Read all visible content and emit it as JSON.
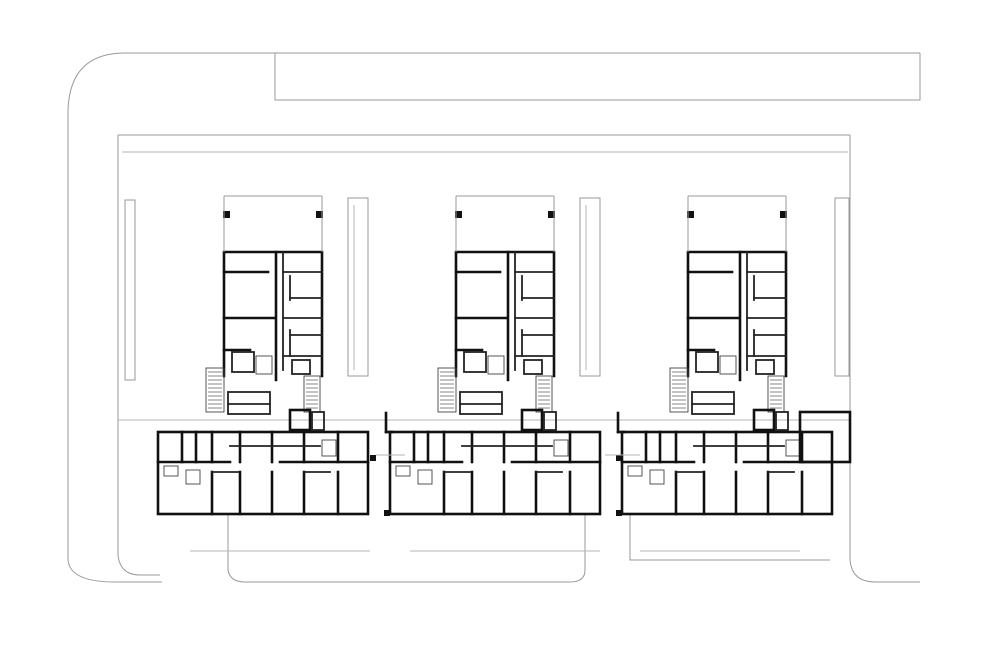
{
  "drawing": {
    "kind": "architectural floor plan",
    "text_labels": [],
    "line_color": "#111111",
    "context_line_color": "#9a9a9a",
    "background_color": "#ffffff"
  },
  "plan": {
    "building_blocks": [
      {
        "id": "block-west",
        "index": 1
      },
      {
        "id": "block-center",
        "index": 2
      },
      {
        "id": "block-east",
        "index": 3
      }
    ]
  }
}
